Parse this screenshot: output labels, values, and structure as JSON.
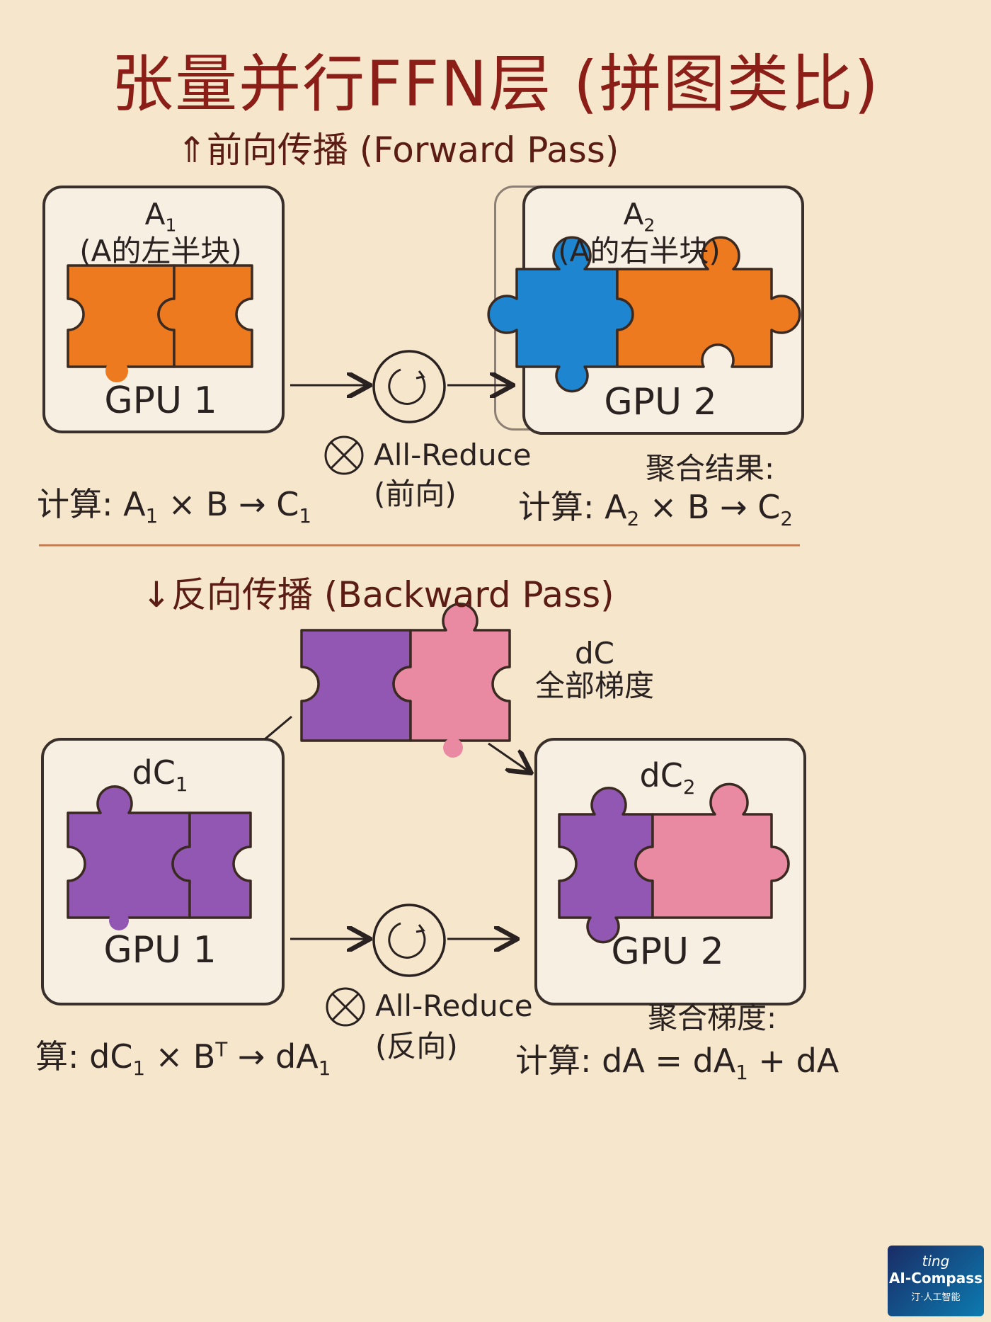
{
  "title": "张量并行FFN层 (拼图类比)",
  "forward": {
    "heading": "⇑前向传播 (Forward Pass)",
    "gpu1": {
      "part_main": "A",
      "part_sub": "1",
      "part_desc": "(A的左半块)",
      "label": "GPU 1"
    },
    "gpu2": {
      "part_main": "A",
      "part_sub": "2",
      "part_desc": "(A的右半块)",
      "label": "GPU 2"
    },
    "allreduce": {
      "text": "All-Reduce",
      "note": "(前向)"
    },
    "compute1": {
      "prefix": "计算: A",
      "sub1": "1",
      "mid": " × B → C",
      "sub2": "1"
    },
    "result_label": "聚合结果:",
    "compute2": {
      "prefix": "计算: A",
      "sub1": "2",
      "mid": " × B  → C",
      "sub2": "2"
    }
  },
  "backward": {
    "heading": "↓反向传播 (Backward Pass)",
    "dc": {
      "main": "dC",
      "desc": "全部梯度"
    },
    "gpu1": {
      "part_main": "dC",
      "part_sub": "1",
      "label": "GPU 1"
    },
    "gpu2": {
      "part_main": "dC",
      "part_sub": "2",
      "label": "GPU 2"
    },
    "allreduce": {
      "text": "All-Reduce",
      "note": "(反向)"
    },
    "compute1": {
      "prefix": "算: dC",
      "sub1": "1",
      "mid": " × B",
      "sup": "T",
      "mid2": " → dA",
      "sub2": "1"
    },
    "result_label": "聚合梯度:",
    "compute2": {
      "prefix": "计算: dA = dA",
      "sub1": "1",
      "mid": " + dA"
    }
  },
  "watermark": {
    "line1": "ting",
    "line2": "AI-Compass",
    "line3": "汀·人工智能"
  },
  "colors": {
    "orange": "#ee7a1f",
    "blue": "#1e86d0",
    "purple": "#9257b3",
    "pink": "#ea8aa2",
    "title": "#8b1f17",
    "background": "#f6e6cc"
  }
}
